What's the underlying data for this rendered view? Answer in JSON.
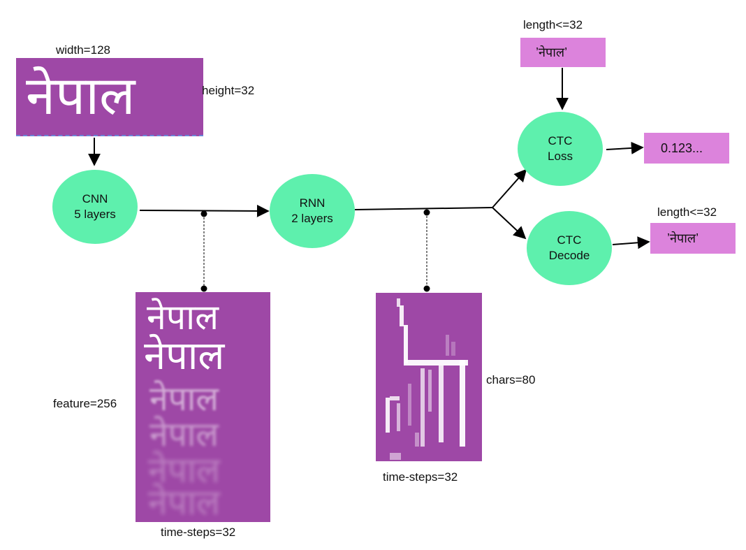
{
  "input_image": {
    "word": "नेपाल",
    "width_label": "width=128",
    "height_label": "height=32"
  },
  "cnn": {
    "line1": "CNN",
    "line2": "5 layers"
  },
  "rnn": {
    "line1": "RNN",
    "line2": "2 layers"
  },
  "ctc_loss": {
    "line1": "CTC",
    "line2": "Loss"
  },
  "ctc_decode": {
    "line1": "CTC",
    "line2": "Decode"
  },
  "target_text": {
    "length_label": "length<=32",
    "value": "’नेपाल’"
  },
  "loss_output": {
    "value": "0.123..."
  },
  "decoded_output": {
    "length_label": "length<=32",
    "value": "’नेपाल’"
  },
  "cnn_features": {
    "feature_label": "feature=256",
    "time_label": "time-steps=32",
    "word": "नेपाल"
  },
  "rnn_output": {
    "chars_label": "chars=80",
    "time_label": "time-steps=32"
  },
  "colors": {
    "purple": "#9e48a6",
    "node_green": "#5ef0ad",
    "box_pink": "#dc83dc"
  }
}
